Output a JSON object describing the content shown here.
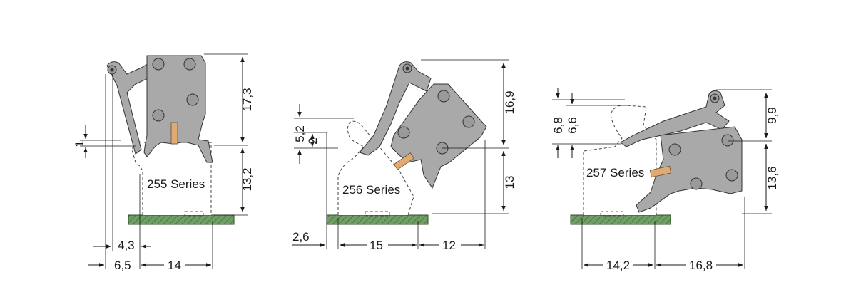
{
  "series_labels": {
    "s255": "255 Series",
    "s256": "256 Series",
    "s257": "257 Series"
  },
  "dimensions_255": {
    "d17_3": "17,3",
    "d13_2": "13,2",
    "d1": "1",
    "d4_3": "4,3",
    "d6_5": "6,5",
    "d14": "14"
  },
  "dimensions_256": {
    "d16_9": "16,9",
    "d13": "13",
    "d5_2": "5,2",
    "d2": "2",
    "d2_6": "2,6",
    "d15": "15",
    "d12": "12"
  },
  "dimensions_257": {
    "d9_9": "9,9",
    "d13_6": "13,6",
    "d6_8": "6,8",
    "d6_6": "6,6",
    "d14_2": "14,2",
    "d16_8": "16,8"
  },
  "colors": {
    "housing": "#a9a9a9",
    "pcb": "#6f9f64",
    "pin": "#e0ab72"
  }
}
